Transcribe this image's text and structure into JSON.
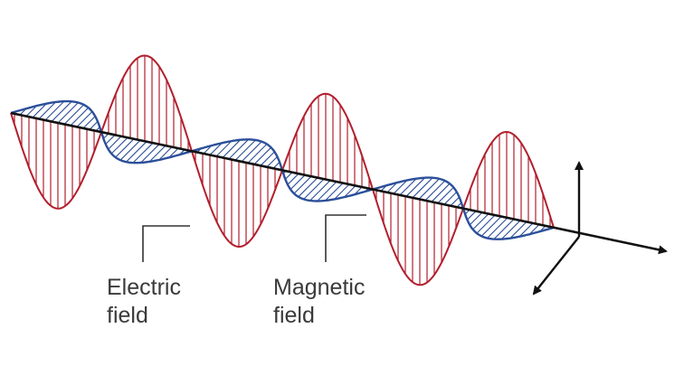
{
  "labels": {
    "electric_line1": "Electric",
    "electric_line2": "field",
    "magnetic_line1": "Magnetic",
    "magnetic_line2": "field"
  },
  "colors": {
    "electric_field": "#b21f2d",
    "magnetic_field": "#2c4f9a",
    "axis": "#111111",
    "leader": "#333333",
    "label_text": "#3a3a3a",
    "background": "#ffffff"
  },
  "icons": {
    "propagation_axis": "arrow-right-icon",
    "coordinate_axes": "xyz-axes-icon"
  }
}
